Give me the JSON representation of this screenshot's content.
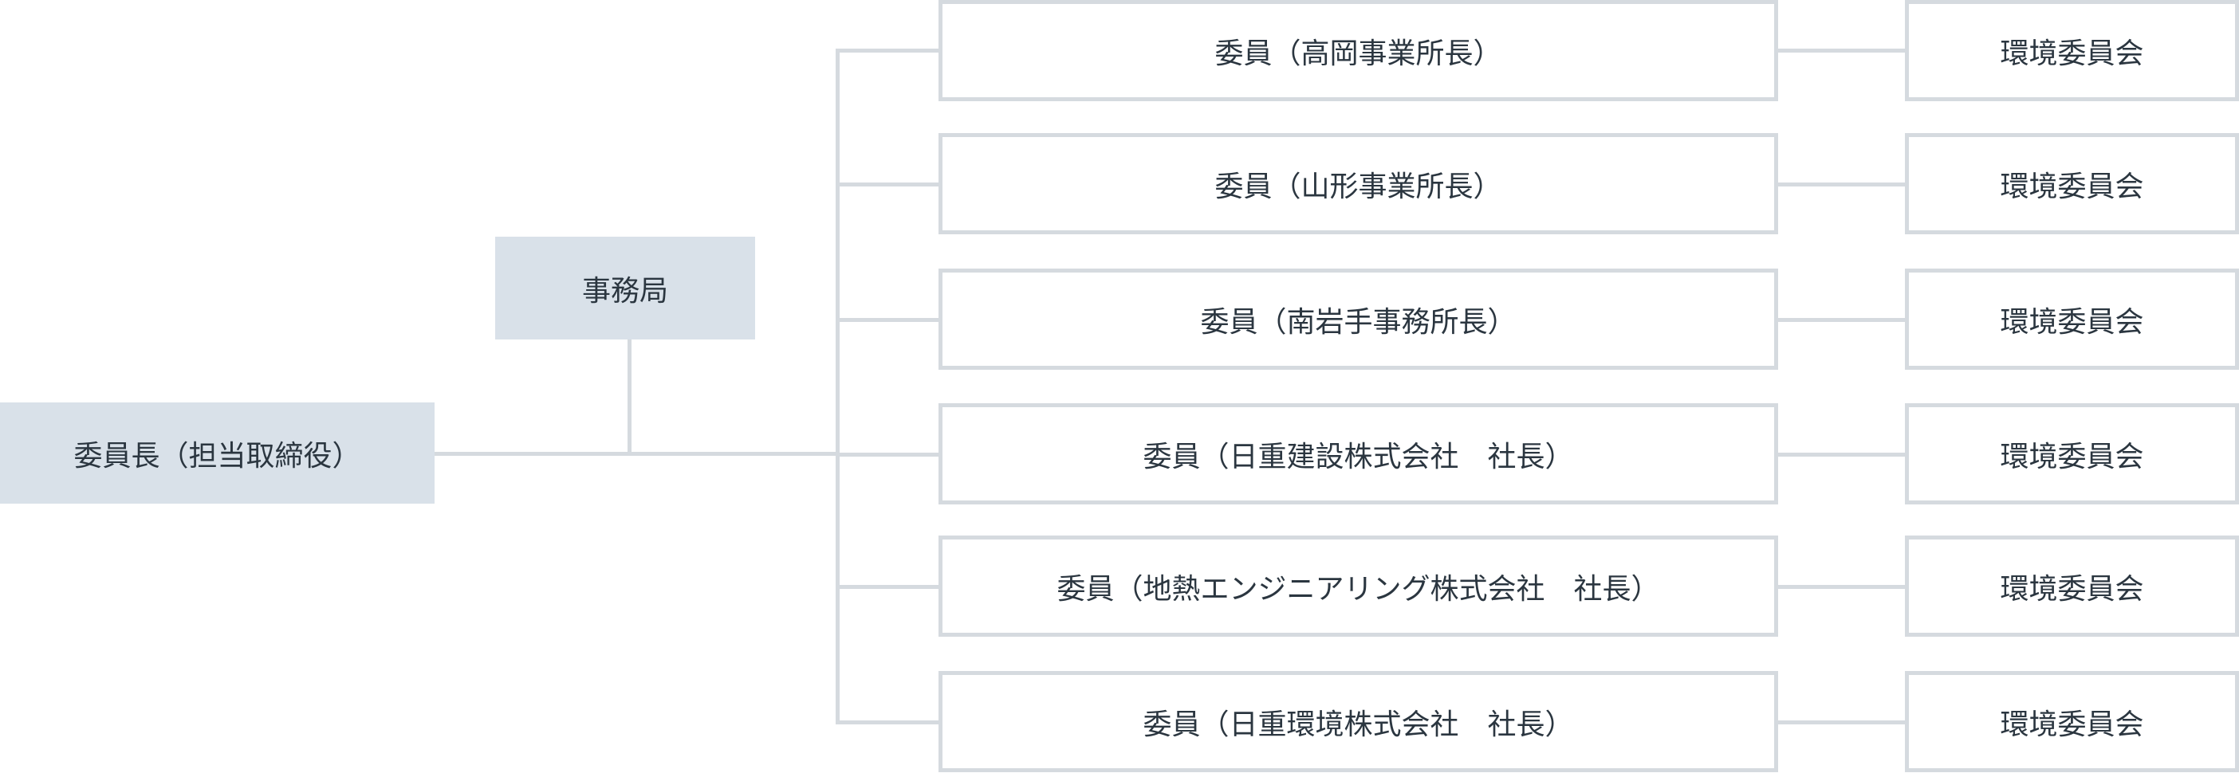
{
  "chairman": {
    "label": "委員長（担当取締役）"
  },
  "secretariat": {
    "label": "事務局"
  },
  "members": [
    {
      "label": "委員（高岡事業所長）",
      "committee": "環境委員会"
    },
    {
      "label": "委員（山形事業所長）",
      "committee": "環境委員会"
    },
    {
      "label": "委員（南岩手事務所長）",
      "committee": "環境委員会"
    },
    {
      "label": "委員（日重建設株式会社　社長）",
      "committee": "環境委員会"
    },
    {
      "label": "委員（地熱エンジニアリング株式会社　社長）",
      "committee": "環境委員会"
    },
    {
      "label": "委員（日重環境株式会社　社長）",
      "committee": "環境委員会"
    }
  ],
  "colors": {
    "filled": "#d9e1e9",
    "line": "#d5dadf",
    "text": "#2b3640"
  }
}
